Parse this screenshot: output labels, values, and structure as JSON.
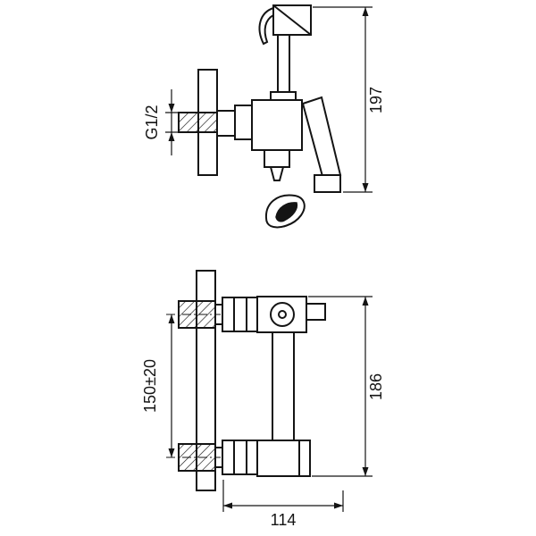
{
  "canvas": {
    "background": "#ffffff",
    "line_color": "#141414"
  },
  "views": {
    "side": {
      "height_label": "197",
      "thread_label": "G1/2"
    },
    "front": {
      "height_label": "186",
      "spacing_label": "150±20",
      "width_label": "114"
    }
  }
}
